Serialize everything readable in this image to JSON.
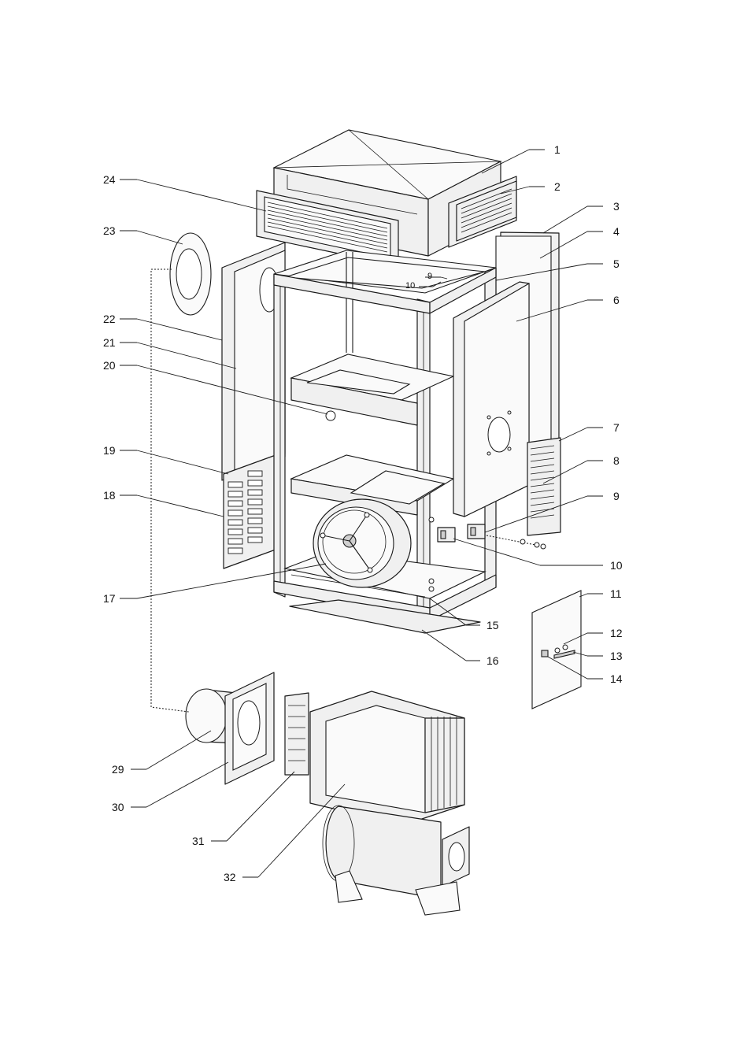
{
  "diagram": {
    "callouts": {
      "c1": "1",
      "c2": "2",
      "c3": "3",
      "c4": "4",
      "c5": "5",
      "c6": "6",
      "c7": "7",
      "c8": "8",
      "c9a": "9",
      "c10a": "10",
      "c9b": "9",
      "c10b": "10",
      "c11": "11",
      "c12": "12",
      "c13": "13",
      "c14": "14",
      "c15": "15",
      "c16": "16",
      "c17": "17",
      "c18": "18",
      "c19": "19",
      "c20": "20",
      "c21": "21",
      "c22": "22",
      "c23": "23",
      "c24": "24",
      "c29": "29",
      "c30": "30",
      "c31": "31",
      "c32": "32"
    }
  }
}
